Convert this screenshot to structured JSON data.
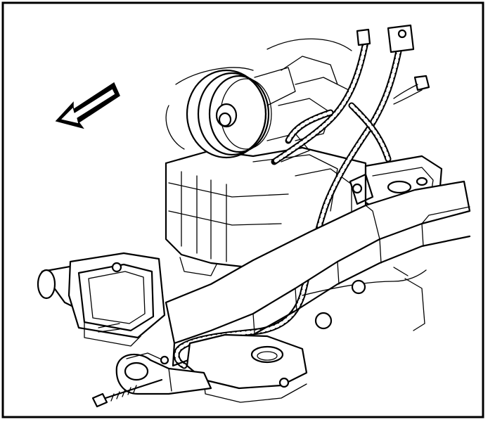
{
  "figure": {
    "frame_color": "#000000",
    "background": "#ffffff",
    "ink": "#000000"
  },
  "icons": {
    "direction_arrow": "front-direction-arrow-icon"
  },
  "parts": [
    "frame-rail",
    "tow-hook",
    "hitch-receiver",
    "accessory-drive-pulley",
    "wiring-harness",
    "mounting-bracket",
    "bolt",
    "engine-block"
  ]
}
